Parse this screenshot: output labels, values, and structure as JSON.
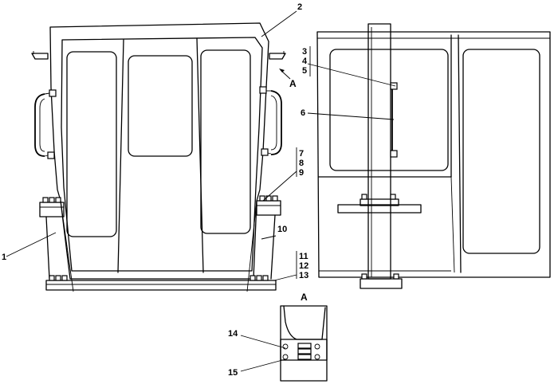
{
  "callouts": {
    "c1": "1",
    "c2": "2",
    "c3": "3",
    "c4": "4",
    "c5": "5",
    "c6": "6",
    "c7": "7",
    "c8": "8",
    "c9": "9",
    "c10": "10",
    "c11": "11",
    "c12": "12",
    "c13": "13",
    "c14": "14",
    "c15": "15"
  },
  "view_marker": "A",
  "view_title": "A"
}
